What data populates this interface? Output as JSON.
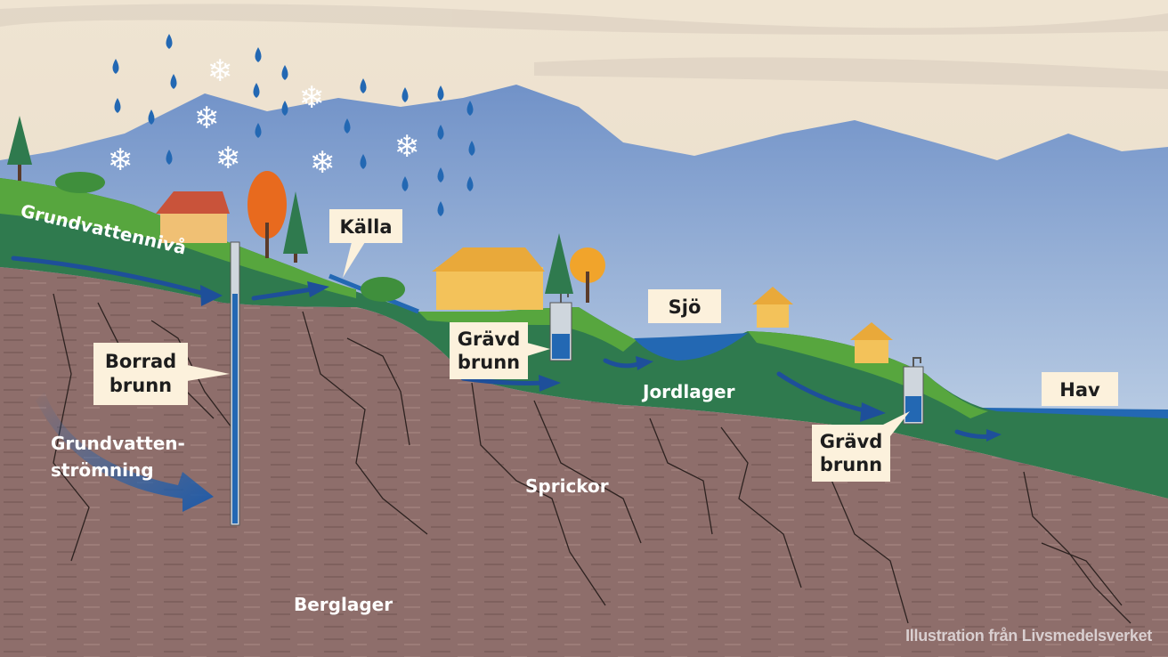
{
  "title": "Grundvatten diagram",
  "labels": {
    "grundvattenniva": "Grundvattennivå",
    "kalla": "Källa",
    "sjo": "Sjö",
    "hav": "Hav",
    "borrad_brunn_1": "Borrad",
    "borrad_brunn_2": "brunn",
    "gravd_brunn_a_1": "Grävd",
    "gravd_brunn_a_2": "brunn",
    "gravd_brunn_b_1": "Grävd",
    "gravd_brunn_b_2": "brunn",
    "jordlager": "Jordlager",
    "grundvattenstromning_1": "Grundvatten-",
    "grundvattenstromning_2": "strömning",
    "sprickor": "Sprickor",
    "berglager": "Berglager"
  },
  "credit": "Illustration från Livsmedelsverket",
  "colors": {
    "sky": "#ecdfca",
    "mountain": "#7d9ccc",
    "bedrock": "#8e6e6b",
    "soil_dark": "#2f7a4e",
    "soil_light": "#57a63e",
    "water": "#2368b3",
    "label_bg": "#fcf1dc"
  }
}
